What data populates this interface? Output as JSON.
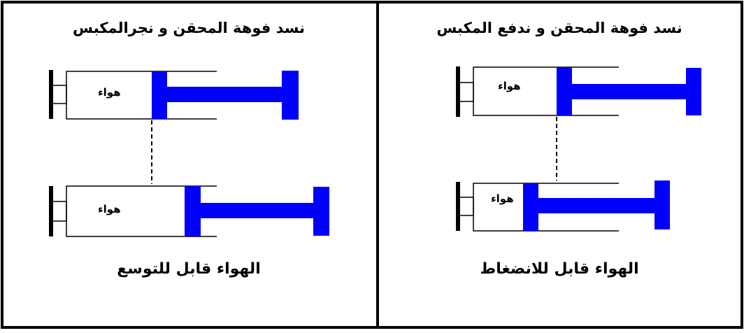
{
  "panels": {
    "left": {
      "title": "نسد فوهة المحقن و نجرالمكبس",
      "caption": "الهواء قابل للتوسع",
      "top_syringe_label": "هواء",
      "bottom_syringe_label": "هواء"
    },
    "right": {
      "title": "نسد فوهة المحقن و ندفع المكبس",
      "caption": "الهواء قابل للانضغاط",
      "top_syringe_label": "هواء",
      "bottom_syringe_label": "هواء"
    }
  },
  "colors": {
    "plunger": "#0000ff",
    "line": "#000000",
    "background": "#ffffff"
  }
}
